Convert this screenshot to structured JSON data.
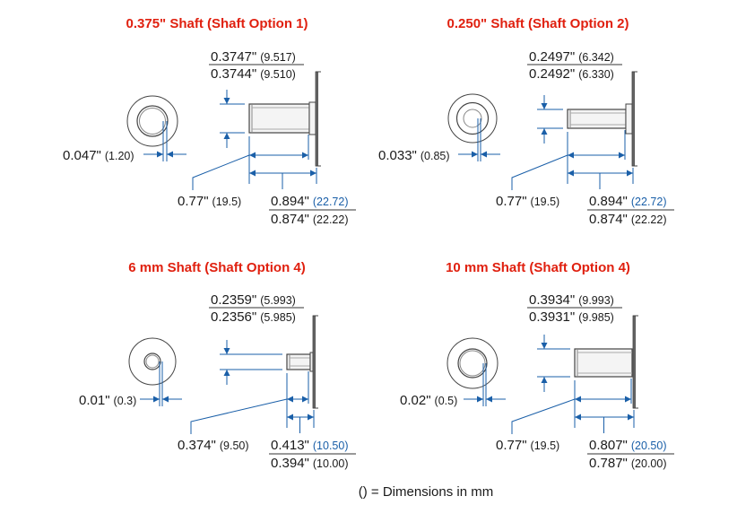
{
  "colors": {
    "title": "#e0200f",
    "dimension_line": "#1a5fa8",
    "part_outline": "#444444",
    "accent_mm": "#1a5fa8"
  },
  "footer": "() = Dimensions in mm",
  "quadrants": [
    {
      "title": "0.375\" Shaft  (Shaft Option 1)",
      "dia_max": "0.3747\"",
      "dia_max_mm": "(9.517)",
      "dia_min": "0.3744\"",
      "dia_min_mm": "(9.510)",
      "gap": "0.047\"",
      "gap_mm": "(1.20)",
      "leader": "0.77\"",
      "leader_mm": "(19.5)",
      "len_max": "0.894\"",
      "len_max_mm": "(22.72)",
      "len_min": "0.874\"",
      "len_min_mm": "(22.22)"
    },
    {
      "title": "0.250\" Shaft  (Shaft Option 2)",
      "dia_max": "0.2497\"",
      "dia_max_mm": "(6.342)",
      "dia_min": "0.2492\"",
      "dia_min_mm": "(6.330)",
      "gap": "0.033\"",
      "gap_mm": "(0.85)",
      "leader": "0.77\"",
      "leader_mm": "(19.5)",
      "len_max": "0.894\"",
      "len_max_mm": "(22.72)",
      "len_min": "0.874\"",
      "len_min_mm": "(22.22)"
    },
    {
      "title": "6 mm Shaft  (Shaft Option 4)",
      "dia_max": "0.2359\"",
      "dia_max_mm": "(5.993)",
      "dia_min": "0.2356\"",
      "dia_min_mm": "(5.985)",
      "gap": "0.01\"",
      "gap_mm": "(0.3)",
      "leader": "0.374\"",
      "leader_mm": "(9.50)",
      "len_max": "0.413\"",
      "len_max_mm": "(10.50)",
      "len_min": "0.394\"",
      "len_min_mm": "(10.00)"
    },
    {
      "title": "10 mm Shaft  (Shaft Option 4)",
      "dia_max": "0.3934\"",
      "dia_max_mm": "(9.993)",
      "dia_min": "0.3931\"",
      "dia_min_mm": "(9.985)",
      "gap": "0.02\"",
      "gap_mm": "(0.5)",
      "leader": "0.77\"",
      "leader_mm": "(19.5)",
      "len_max": "0.807\"",
      "len_max_mm": "(20.50)",
      "len_min": "0.787\"",
      "len_min_mm": "(20.00)"
    }
  ]
}
